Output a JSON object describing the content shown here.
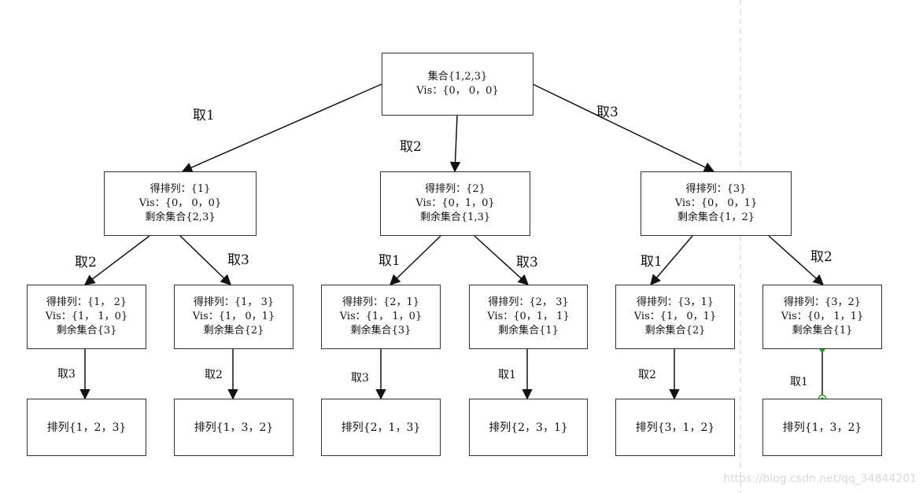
{
  "nodes": {
    "root": [
      "集合{1,2,3}",
      "Vis：{0， 0，0}"
    ],
    "n1": [
      "得排列：{1}",
      "Vis：{0， 0，0}",
      "剩余集合{2,3}"
    ],
    "n2": [
      "得排列：{2}",
      "Vis：{0，1，0}",
      "剩余集合{1,3}"
    ],
    "n3": [
      "得排列：{3}",
      "Vis：{0， 0，1}",
      "剩余集合{1，2}"
    ],
    "n12": [
      "得排列：{1， 2}",
      "Vis：{1， 1，0}",
      "剩余集合{3}"
    ],
    "n13": [
      "得排列：{1， 3}",
      "Vis：{1， 0，1}",
      "剩余集合{2}"
    ],
    "n21": [
      "得排列：{2，1}",
      "Vis：{1， 1，0}",
      "剩余集合{3}"
    ],
    "n23": [
      "得排列：{2， 3}",
      "Vis：{0，1， 1}",
      "剩余集合{1}"
    ],
    "n31": [
      "得排列：{3，1}",
      "Vis：{1， 0，1}",
      "剩余集合{2}"
    ],
    "n32": [
      "得排列：{3，2}",
      "Vis：{0， 1，1}",
      "剩余集合{1}"
    ],
    "p123": [
      "排列{1，2，3}"
    ],
    "p132a": [
      "排列{1，3，2}"
    ],
    "p213": [
      "排列{2，1，3}"
    ],
    "p231": [
      "排列{2，3，1}"
    ],
    "p312": [
      "排列{3，1，2}"
    ],
    "p132b": [
      "排列{1，3，2}"
    ]
  },
  "edge_labels": {
    "e_root_1": "取1",
    "e_root_2": "取2",
    "e_root_3": "取3",
    "e_1_2": "取2",
    "e_1_3": "取3",
    "e_2_1": "取1",
    "e_2_3": "取3",
    "e_3_1": "取1",
    "e_3_2": "取2",
    "e_12_3": "取3",
    "e_13_2": "取2",
    "e_21_3": "取3",
    "e_23_1": "取1",
    "e_31_2": "取2",
    "e_32_1": "取1"
  },
  "watermark": "https://blog.csdn.net/qq_34844201",
  "colors": {
    "line": "#111111",
    "selection": "#2ca02c",
    "divider": "#c8c8c8"
  }
}
